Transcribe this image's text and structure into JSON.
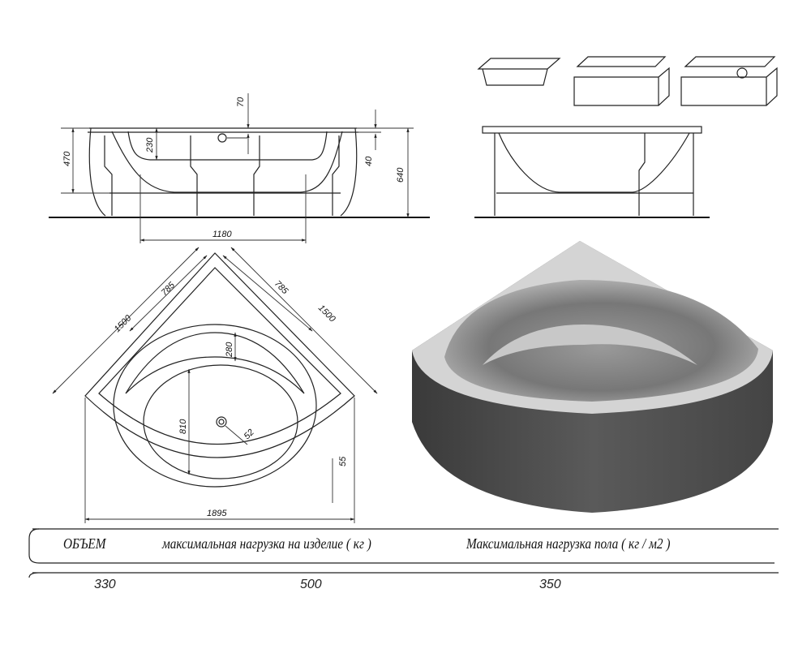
{
  "dimensions": {
    "side_depth_top": "70",
    "inner_depth": "230",
    "tub_height": "470",
    "overflow_offset": "40",
    "total_height": "640",
    "leg_span": "1180",
    "side_left": "1500",
    "side_right": "1500",
    "half_left": "785",
    "half_right": "785",
    "seat_depth": "280",
    "bowl_diameter": "810",
    "drain": "52",
    "rim_offset": "55",
    "width_total": "1895"
  },
  "specs": {
    "headers": [
      "ОБЪЕМ",
      "максимальная нагрузка на изделие ( кг )",
      "Максимальная нагрузка пола ( кг / м2 )"
    ],
    "values": [
      "330",
      "500",
      "350"
    ]
  },
  "colors": {
    "line": "#222222",
    "render_dark": "#4a4a4a",
    "render_light": "#cfcfcf"
  }
}
